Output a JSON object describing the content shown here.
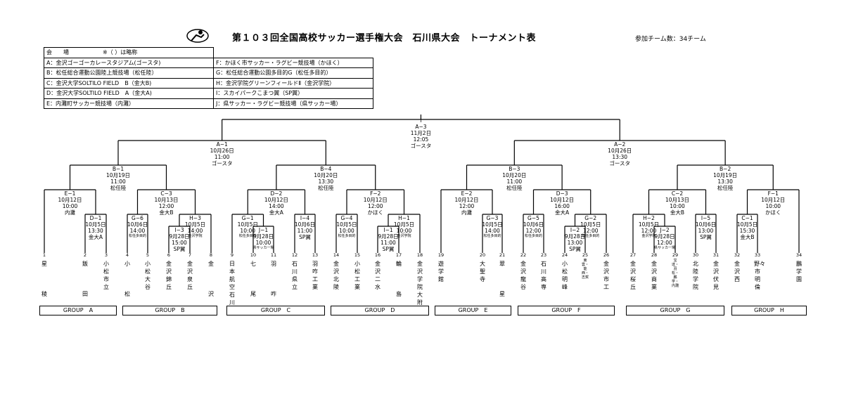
{
  "header": {
    "title": "第１０３回全国高校サッカー選手権大会　石川県大会　トーナメント表",
    "teams": "参加チーム数：34チーム"
  },
  "venues": {
    "head_left": "会　　場　　　　　　※（ ）は略称",
    "rows": [
      [
        "A：金沢ゴーゴーカレースタジアム(ゴースタ)",
        "F：かほく市サッカー・ラグビー競技場（かほく）"
      ],
      [
        "B：松任総合運動公園陸上競技場（松任陸）",
        "G：松任総合運動公園多目的G（松任多目的）"
      ],
      [
        "C：金沢大学SOLTILO FIELD　B（金大B)",
        "H：金沢学院グリーンフィールドⅡ（金沢学院）"
      ],
      [
        "D：金沢大学SOLTILO FIELD　A（金大A)",
        "I：スカイパークこまつ翼（SP翼）"
      ],
      [
        "E：内灘町サッカー競技場（内灘）",
        "J：県サッカー・ラグビー競技場（県サッカー場）"
      ]
    ]
  },
  "matches": {
    "I": [
      "I",
      "A−3",
      "11月2日",
      "12:05",
      "ゴースタ"
    ],
    "A1": [
      "A−1",
      "10月26日",
      "11:00",
      "ゴースタ"
    ],
    "A2": [
      "A−2",
      "10月26日",
      "13:30",
      "ゴースタ"
    ],
    "B1": [
      "B−1",
      "10月19日",
      "11:00",
      "松任陸"
    ],
    "B4": [
      "B−4",
      "10月20日",
      "13:30",
      "松任陸"
    ],
    "B3": [
      "B−3",
      "10月20日",
      "11:00",
      "松任陸"
    ],
    "B2": [
      "B−2",
      "10月19日",
      "13:30",
      "松任陸"
    ],
    "E1": [
      "E−1",
      "10月12日",
      "10:00",
      "内灘"
    ],
    "C3": [
      "C−3",
      "10月13日",
      "12:00",
      "金大B"
    ],
    "D2": [
      "D−2",
      "10月12日",
      "14:00",
      "金大A"
    ],
    "F2": [
      "F−2",
      "10月12日",
      "12:00",
      "かほく"
    ],
    "E2": [
      "E−2",
      "10月12日",
      "12:00",
      "内灘"
    ],
    "D3": [
      "D−3",
      "10月12日",
      "16:00",
      "金大A"
    ],
    "C2": [
      "C−2",
      "10月13日",
      "10:00",
      "金大B"
    ],
    "F1": [
      "F−1",
      "10月12日",
      "10:00",
      "かほく"
    ],
    "D1": [
      "D−1",
      "10月5日",
      "13:30",
      "金大A"
    ],
    "G6": [
      "G−6",
      "10月6日",
      "14:00",
      "松任多目的"
    ],
    "H3": [
      "H−3",
      "10月5日",
      "14:00",
      "金沢学院"
    ],
    "I3": [
      "I−3",
      "9月28日",
      "15:00",
      "SP翼"
    ],
    "G1": [
      "G−1",
      "10月5日",
      "10:00",
      "松任多目的"
    ],
    "J1": [
      "J−1",
      "9月28日",
      "10:00",
      "県サッカー場"
    ],
    "I4": [
      "I−4",
      "10月6日",
      "11:00",
      "SP翼"
    ],
    "G4": [
      "G−4",
      "10月5日",
      "10:00",
      "松任多目的"
    ],
    "H1": [
      "H−1",
      "10月5日",
      "10:00",
      "金沢学院"
    ],
    "I1": [
      "I−1",
      "9月28日",
      "11:00",
      "SP翼"
    ],
    "G3": [
      "G−3",
      "10月5日",
      "14:00",
      "松任多目的"
    ],
    "G5": [
      "G−5",
      "10月6日",
      "12:00",
      "松任多目的"
    ],
    "G2": [
      "G−2",
      "10月5日",
      "12:00",
      "松任多目的"
    ],
    "I2": [
      "I−2",
      "9月28日",
      "13:00",
      "SP翼"
    ],
    "H2": [
      "H−2",
      "10月5日",
      "12:00",
      "金沢学院"
    ],
    "J2": [
      "J−2",
      "9月28日",
      "12:00",
      "県サッカー場"
    ],
    "I5": [
      "I−5",
      "10月6日",
      "13:00",
      "SP翼"
    ],
    "C1": [
      "C−1",
      "10月5日",
      "15:30",
      "金大B"
    ]
  },
  "teams": [
    {
      "no": "1",
      "name": "星稜"
    },
    {
      "no": "2",
      "name": "飯田"
    },
    {
      "no": "3",
      "name": "小松市立"
    },
    {
      "no": "4",
      "name": "小松"
    },
    {
      "no": "5",
      "name": "小松大谷"
    },
    {
      "no": "6",
      "name": "金沢錦丘"
    },
    {
      "no": "7",
      "name": "金沢泉丘"
    },
    {
      "no": "8",
      "name": "金沢"
    },
    {
      "no": "9",
      "name": "日本航空石川"
    },
    {
      "no": "10",
      "name": "七尾"
    },
    {
      "no": "11",
      "name": "羽咋"
    },
    {
      "no": "12",
      "name": "石川県立"
    },
    {
      "no": "13",
      "name": "羽咋工業"
    },
    {
      "no": "14",
      "name": "金沢北陵"
    },
    {
      "no": "15",
      "name": "小松工業"
    },
    {
      "no": "16",
      "name": "金沢二水"
    },
    {
      "no": "17",
      "name": "輪島"
    },
    {
      "no": "18",
      "name": "金沢学院大附"
    },
    {
      "no": "19",
      "name": "遊学館"
    },
    {
      "no": "20",
      "name": "大聖寺"
    },
    {
      "no": "21",
      "name": "翠星"
    },
    {
      "no": "22",
      "name": "金沢龍谷"
    },
    {
      "no": "23",
      "name": "石川高専"
    },
    {
      "no": "24",
      "name": "小松明峰"
    },
    {
      "no": "25",
      "name": "東雲・能西・志賀"
    },
    {
      "no": "26",
      "name": "金沢市工"
    },
    {
      "no": "27",
      "name": "金沢桜丘"
    },
    {
      "no": "28",
      "name": "金沢商業"
    },
    {
      "no": "29",
      "name": "宝達・羽松・鵬学・内灘"
    },
    {
      "no": "30",
      "name": "北陸学院"
    },
    {
      "no": "31",
      "name": "金沢伏見"
    },
    {
      "no": "32",
      "name": "金沢西"
    },
    {
      "no": "33",
      "name": "野々市明倫"
    },
    {
      "no": "34",
      "name": "鵬学園"
    }
  ],
  "groups": [
    "GROUP　A",
    "GROUP　B",
    "GROUP　C",
    "GROUP　D",
    "GROUP　E",
    "GROUP　F",
    "GROUP　G",
    "GROUP　H"
  ]
}
